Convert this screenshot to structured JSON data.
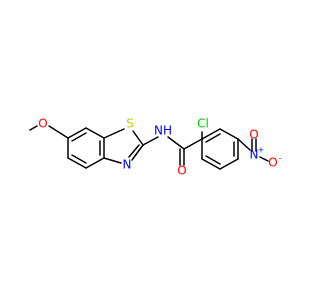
{
  "molecule": {
    "atoms": {
      "methoxy_oxygen": {
        "label": "O",
        "color": "#ff0000"
      },
      "thiazole_sulfur": {
        "label": "S",
        "color": "#cccc00"
      },
      "thiazole_nitrogen": {
        "label": "N",
        "color": "#0000ff"
      },
      "amide_nh": {
        "label": "NH",
        "color": "#0000ff"
      },
      "amide_oxygen": {
        "label": "O",
        "color": "#ff0000"
      },
      "chlorine": {
        "label": "Cl",
        "color": "#00cc00"
      },
      "nitro_nitrogen": {
        "label": "N",
        "color": "#0000ff",
        "charge": "+"
      },
      "nitro_oxygen_top": {
        "label": "O",
        "color": "#ff0000"
      },
      "nitro_oxygen_right": {
        "label": "O",
        "color": "#ff0000",
        "charge": "-"
      }
    },
    "bond_color": "#000000"
  }
}
